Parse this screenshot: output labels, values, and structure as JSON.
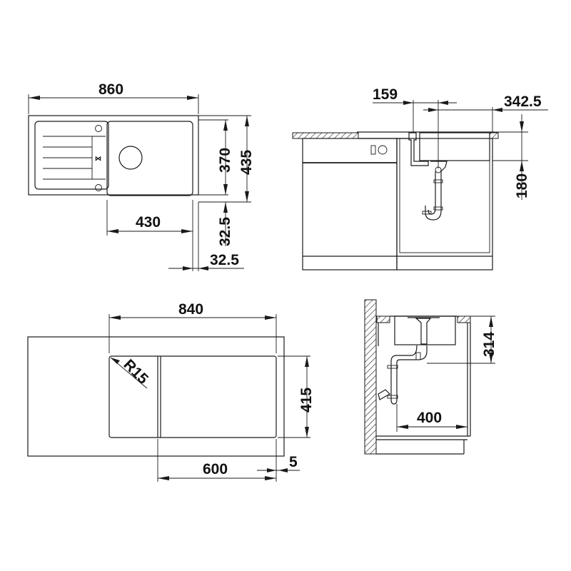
{
  "drawing": {
    "type": "technical sink dimension drawing",
    "line_color": "#1a1a1a",
    "background": "#ffffff"
  },
  "top_view": {
    "overall_width": "860",
    "bowl_height": "370",
    "overall_depth": "435",
    "bowl_width": "430",
    "margin_vertical": "32.5",
    "margin_horizontal": "32.5"
  },
  "side_view": {
    "offset_left": "159",
    "offset_right": "342.5",
    "bowl_depth": "180"
  },
  "cutout_view": {
    "cutout_width": "840",
    "corner_radius": "R15",
    "cutout_depth": "415",
    "bowl_section": "600",
    "edge_gap": "5"
  },
  "section_view": {
    "drain_height": "314",
    "cabinet_depth": "400"
  }
}
